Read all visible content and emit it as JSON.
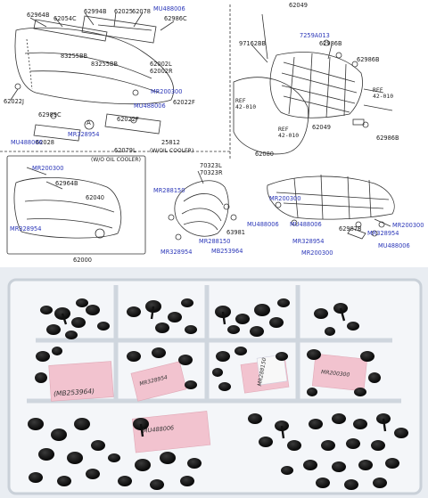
{
  "parts_diagram": {
    "top_left_labels": [
      "62964B",
      "62054C",
      "62994B",
      "62025",
      "62078",
      "62986C",
      "83255BB",
      "83255BB",
      "62002L",
      "62002R",
      "62022J",
      "62989C",
      "62028",
      "62022F",
      "62079L",
      "25812",
      "62022F",
      "62000",
      "62040",
      "62964B"
    ],
    "top_left_blue_labels": [
      "MU488006",
      "MR200300",
      "MU488006",
      "MR328954",
      "MU488006",
      "MR200300",
      "MR328954"
    ],
    "notes": [
      "(W/O OIL COOLER)",
      "(W/OIL COOLER)"
    ],
    "callout_a": "A",
    "grille_labels": [
      "62049",
      "97162BB",
      "62986B",
      "62986B",
      "62049",
      "62986B",
      "62080"
    ],
    "grille_blue_labels": [
      "7259A013"
    ],
    "ref_boxes": [
      "REF\n42-010",
      "REF\n42-010",
      "REF\n42-010"
    ],
    "fender_labels": [
      "70323L",
      "70323R",
      "63981",
      "62987B"
    ],
    "fender_blue_labels": [
      "MR288150",
      "MU488006",
      "MR288150",
      "MR328954",
      "MB253964",
      "MR200300",
      "MU488006",
      "MR200300",
      "MR328954",
      "MR328954",
      "MU488006",
      "MR200300"
    ]
  },
  "photo": {
    "card_labels": [
      "(MB253964)",
      "MR328954",
      "MR288150",
      "MR200300",
      "MU488006"
    ]
  }
}
